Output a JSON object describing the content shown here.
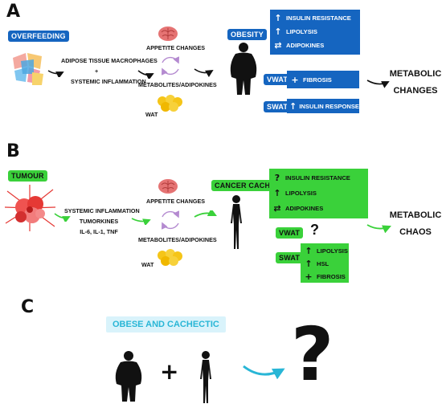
{
  "colors": {
    "blue": "#1565c0",
    "green": "#3ad13a",
    "cyan": "#29b6d6",
    "text": "#111111"
  },
  "panel_a": {
    "letter": "A",
    "overfeeding": "OVERFEEDING",
    "macrophages": "ADIPOSE TISSUE MACROPHAGES",
    "plus": "+",
    "inflammation": "SYSTEMIC INFLAMMATION",
    "appetite": "APPETITE CHANGES",
    "metabolites": "METABOLITES/ADIPOKINES",
    "wat": "WAT",
    "obesity": "OBESITY",
    "effects": [
      {
        "icon": "up-arrow-icon",
        "symbol": "↑",
        "label": "INSULIN RESISTANCE"
      },
      {
        "icon": "up-arrow-icon",
        "symbol": "↑",
        "label": "LIPOLYSIS"
      },
      {
        "icon": "exchange-arrows-icon",
        "symbol": "⇄",
        "label": "ADIPOKINES"
      }
    ],
    "vwat": "VWAT",
    "vwat_effect": {
      "icon": "plus-icon",
      "symbol": "+",
      "label": "FIBROSIS"
    },
    "swat": "SWAT",
    "swat_effect": {
      "icon": "up-arrow-icon",
      "symbol": "↑",
      "label": "INSULIN RESPONSE"
    },
    "outcome_line1": "METABOLIC",
    "outcome_line2": "CHANGES"
  },
  "panel_b": {
    "letter": "B",
    "tumour": "TUMOUR",
    "inflammation": "SYSTEMIC INFLAMMATION",
    "tumorkines": "TUMORKINES",
    "cytokines": "IL-6, IL-1, TNF",
    "appetite": "APPETITE CHANGES",
    "metabolites": "METABOLITES/ADIPOKINES",
    "wat": "WAT",
    "cachexia": "CANCER CACHEXIA",
    "effects": [
      {
        "icon": "question-icon",
        "symbol": "?",
        "label": "INSULIN RESISTANCE"
      },
      {
        "icon": "up-arrow-icon",
        "symbol": "↑",
        "label": "LIPOLYSIS"
      },
      {
        "icon": "exchange-arrows-icon",
        "symbol": "⇄",
        "label": "ADIPOKINES"
      }
    ],
    "vwat": "VWAT",
    "vwat_unknown": "?",
    "swat": "SWAT",
    "swat_effects": [
      {
        "icon": "up-arrow-icon",
        "symbol": "↑",
        "label": "LIPOLYSIS"
      },
      {
        "icon": "up-arrow-icon",
        "symbol": "↑",
        "label": "HSL"
      },
      {
        "icon": "plus-icon",
        "symbol": "+",
        "label": "FIBROSIS"
      }
    ],
    "outcome_line1": "METABOLIC",
    "outcome_line2": "CHAOS"
  },
  "panel_c": {
    "letter": "C",
    "title": "OBESE AND CACHECTIC",
    "plus": "+",
    "question": "?"
  }
}
